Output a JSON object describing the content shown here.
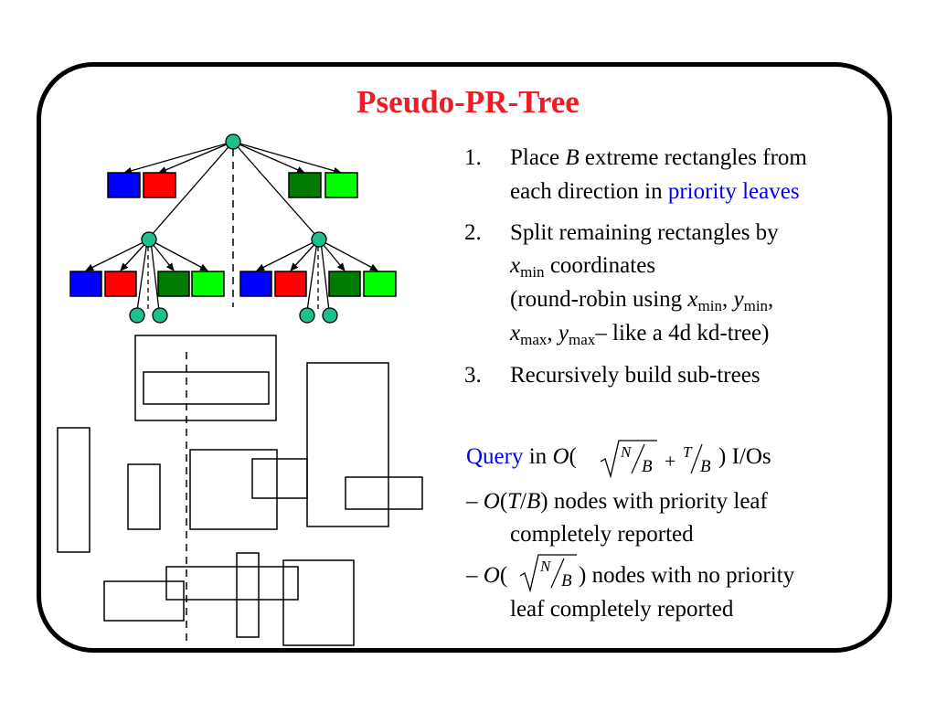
{
  "slide": {
    "title": "Pseudo-PR-Tree",
    "list": [
      {
        "number": "1.",
        "lines": [
          {
            "before": "Place ",
            "var": "B",
            "after": " extreme rectangles from"
          },
          {
            "before": "each direction in ",
            "link": "priority leaves"
          }
        ]
      },
      {
        "number": "2.",
        "line1": "Split remaining rectangles by",
        "x": "x",
        "min": "min",
        "coordinates": " coordinates",
        "roundrobin_open": "(round-robin using ",
        "y": "y",
        "max": "max",
        "comma": ", ",
        "tail": "– like a 4d kd-tree)"
      },
      {
        "number": "3.",
        "text": "Recursively build sub-trees"
      }
    ],
    "query": {
      "word": "Query",
      "in": " in ",
      "O": "O",
      "paren_open": "(",
      "N": "N",
      "B": "B",
      "plus": "+",
      "T": "T",
      "paren_close": ")",
      "ios": " I/Os"
    },
    "bullets": [
      {
        "dash": "– ",
        "O": "O",
        "expr": "(T/B)",
        "text": " nodes with priority leaf",
        "cont": "completely reported"
      },
      {
        "dash": "– ",
        "O": "O",
        "text": " nodes with no priority",
        "cont": "leaf completely reported"
      }
    ],
    "colors": {
      "title": "#ee1c24",
      "link": "#0000ee",
      "node": "#1dbf8e",
      "blue_leaf": "#0000ff",
      "red_leaf": "#ff0000",
      "darkgreen_leaf": "#007a00",
      "green_leaf": "#00ff00"
    }
  }
}
